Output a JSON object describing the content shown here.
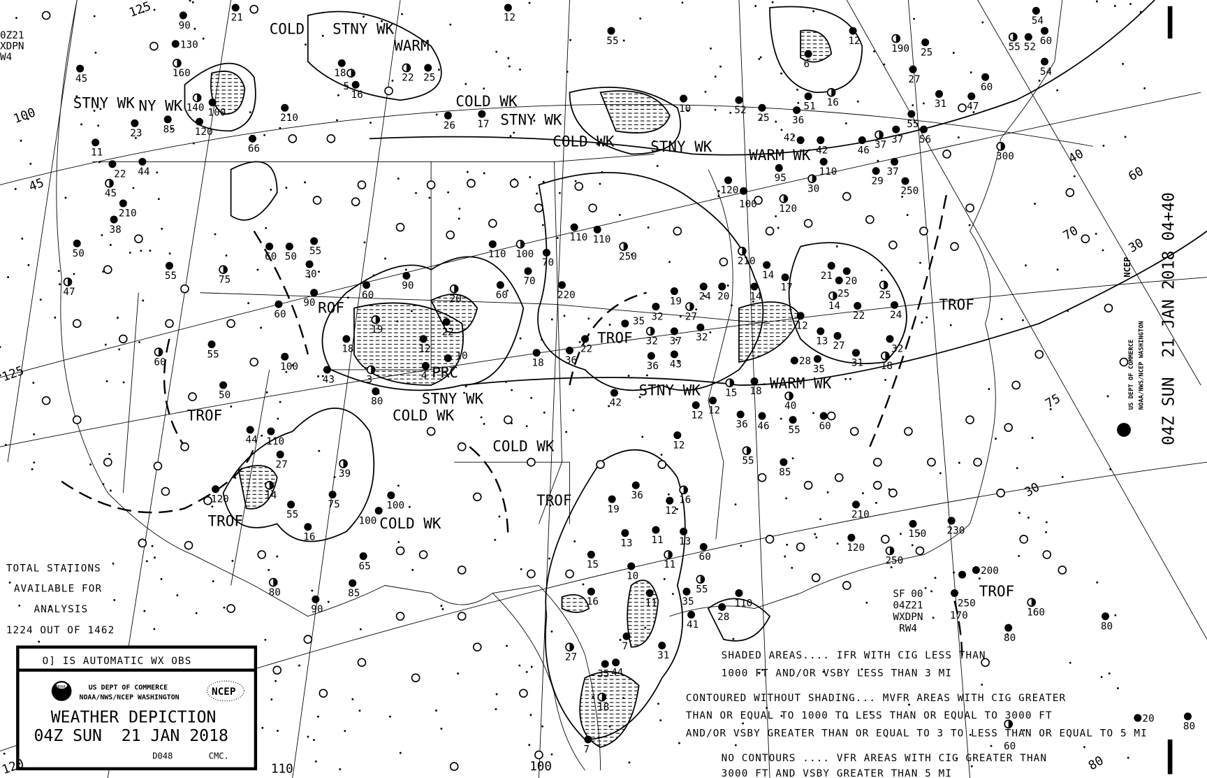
{
  "title_box": {
    "automatic_note": "O] IS AUTOMATIC WX OBS",
    "agency_line1": "US DEPT OF COMMERCE",
    "agency_line2": "NOAA/NWS/NCEP WASHINGTON",
    "ncep_logo": "NCEP",
    "noaa_logo": "NOAA",
    "product_title": "WEATHER DEPICTION",
    "valid_time": "04Z SUN  21 JAN 2018",
    "code": "D048",
    "issuer": "CMC."
  },
  "station_summary": {
    "line1": "TOTAL STATIONS",
    "line2": "AVAILABLE FOR",
    "line3": "ANALYSIS",
    "line4": "1224 OUT OF 1462"
  },
  "side_header": {
    "valid_time": "04Z SUN  21 JAN 2018 04+40",
    "agency_line1": "US DEPT OF COMMERCE",
    "agency_line2": "NOAA/NWS/NCEP WASHINGTON",
    "ncep_logo": "NCEP"
  },
  "product_id_1": [
    "SF 00",
    "04Z21",
    "WXDPN",
    "RW4"
  ],
  "product_id_2": [
    "0Z21",
    "XDPN",
    "W4"
  ],
  "legend": {
    "shaded_1": "SHADED AREAS.... IFR WITH CIG LESS THAN",
    "shaded_2": "1000 FT AND/OR VSBY LESS THAN 3 MI",
    "contoured_1": "CONTOURED WITHOUT SHADING... MVFR AREAS WITH CIG GREATER",
    "contoured_2": "THAN OR EQUAL TO 1000 TO LESS THAN OR EQUAL TO 3000 FT",
    "contoured_3": "AND/OR VSBY GREATER THAN OR EQUAL TO 3 TO LESS THAN OR EQUAL TO 5 MI",
    "none_1": "NO CONTOURS .... VFR AREAS WITH CIG GREATER THAN",
    "none_2": "3000 FT AND VSBY GREATER THAN 5 MI"
  },
  "front_labels": [
    "COLD",
    "STNY WK",
    "WARM",
    "STNY WK",
    "NY WK",
    "COLD WK",
    "STNY WK",
    "COLD WK",
    "STNY WK",
    "WARM WK",
    "TROF",
    "TROF",
    "TROF",
    "TROF",
    "TROF",
    "TROF",
    "ROF",
    "PRC",
    "STNY WK",
    "COLD WK",
    "COLD WK",
    "COLD WK",
    "STNY WK",
    "WARM WK"
  ],
  "grid_labels": [
    "45",
    "125",
    "120",
    "100",
    "125",
    "30",
    "75",
    "70",
    "40",
    "80",
    "100",
    "110",
    "25",
    "60",
    "60",
    "30"
  ],
  "stations": [
    "90",
    "130",
    "160",
    "210",
    "66",
    "44",
    "22",
    "45",
    "210",
    "38",
    "50",
    "55",
    "47",
    "60",
    "50",
    "55",
    "30",
    "75",
    "90",
    "60",
    "60",
    "90",
    "60",
    "55",
    "50",
    "100",
    "43",
    "3",
    "80",
    "44",
    "110",
    "27",
    "14",
    "120",
    "55",
    "75",
    "16",
    "39",
    "100",
    "100",
    "65",
    "85",
    "80",
    "90",
    "60",
    "70",
    "110",
    "100",
    "70",
    "220",
    "110",
    "110",
    "250",
    "18",
    "36",
    "22",
    "35",
    "32",
    "37",
    "32",
    "36",
    "43",
    "27",
    "32",
    "19",
    "24",
    "20",
    "210",
    "14",
    "14",
    "17",
    "12",
    "14",
    "21",
    "20",
    "25",
    "22",
    "25",
    "24",
    "27",
    "31",
    "32",
    "18",
    "28",
    "35",
    "13",
    "12",
    "40",
    "46",
    "36",
    "55",
    "60",
    "55",
    "85",
    "12",
    "42",
    "12",
    "15",
    "18",
    "36",
    "19",
    "12",
    "16",
    "13",
    "11",
    "13",
    "60",
    "11",
    "15",
    "10",
    "16",
    "11",
    "55",
    "35",
    "41",
    "28",
    "110",
    "27",
    "7",
    "31",
    "44",
    "35",
    "18",
    "7",
    "210",
    "150",
    "120",
    "250",
    "230",
    "200",
    "250",
    "170",
    "160",
    "80",
    "80",
    "20",
    "80",
    "60",
    "52",
    "25",
    "36",
    "51",
    "16",
    "6",
    "42",
    "42",
    "46",
    "37",
    "37",
    "37",
    "29",
    "250",
    "30",
    "110",
    "95",
    "120",
    "100",
    "120",
    "55",
    "56",
    "27",
    "25",
    "190",
    "12",
    "31",
    "47",
    "60",
    "300",
    "52",
    "54",
    "60",
    "54",
    "55",
    "55",
    "10",
    "12",
    "21",
    "22",
    "25",
    "18",
    "100",
    "120",
    "140",
    "85",
    "23",
    "11",
    "45",
    "5",
    "16",
    "26",
    "17",
    "18",
    "19",
    "22",
    "12",
    "4",
    "10",
    "20"
  ]
}
